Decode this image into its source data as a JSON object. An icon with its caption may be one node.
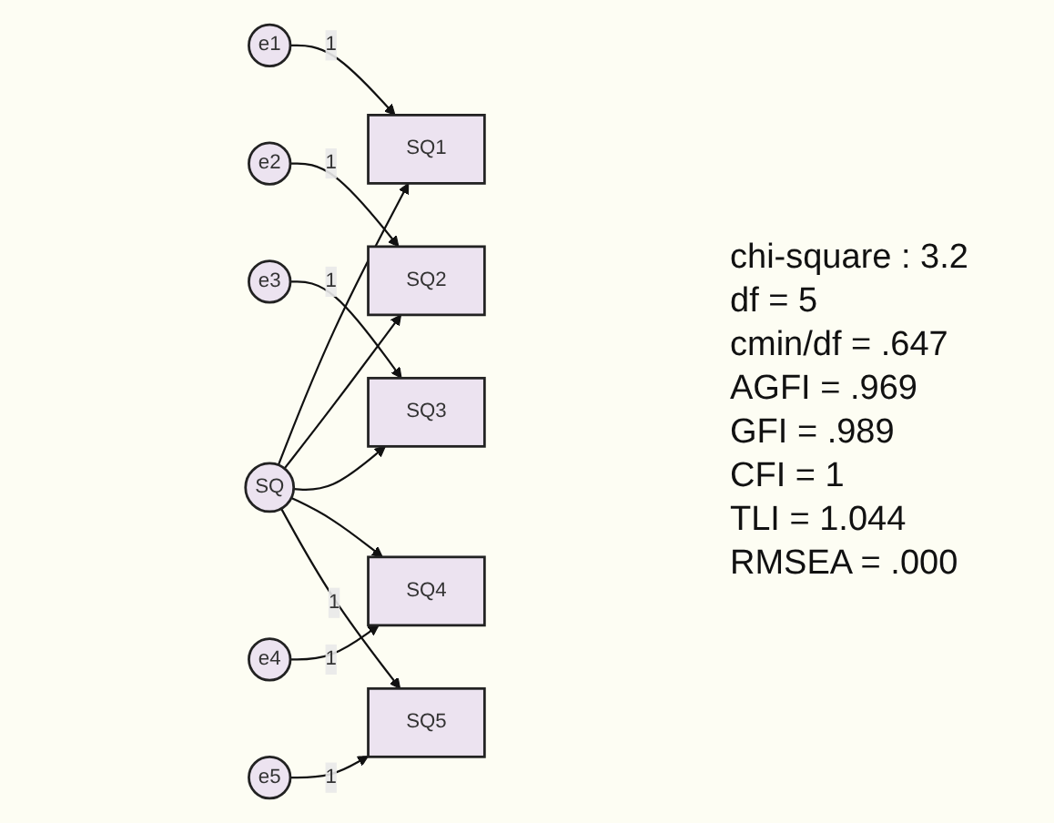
{
  "diagram": {
    "nodes": [
      {
        "text": [
          "e1"
        ]
      },
      {
        "text": [
          "SQ1"
        ]
      },
      {
        "text": [
          "e2"
        ]
      },
      {
        "text": [
          "SQ2"
        ]
      },
      {
        "text": [
          "e3"
        ]
      },
      {
        "text": [
          "SQ3"
        ]
      },
      {
        "text": [
          "e4"
        ]
      },
      {
        "text": [
          "SQ4"
        ]
      },
      {
        "text": [
          "e5"
        ]
      },
      {
        "text": [
          "SQ5"
        ]
      },
      {
        "text": [
          "SQ"
        ]
      }
    ],
    "edges": [
      {
        "from": 0,
        "to": 1,
        "arrow": "to",
        "label": "1"
      },
      {
        "from": 2,
        "to": 3,
        "arrow": "to",
        "label": "1"
      },
      {
        "from": 4,
        "to": 5,
        "arrow": "to",
        "label": "1"
      },
      {
        "from": 6,
        "to": 7,
        "arrow": "to",
        "label": "1"
      },
      {
        "from": 8,
        "to": 9,
        "arrow": "to",
        "label": "1"
      },
      {
        "from": 10,
        "to": 1,
        "arrow": "to"
      },
      {
        "from": 10,
        "to": 3,
        "arrow": "to"
      },
      {
        "from": 10,
        "to": 5,
        "arrow": "to"
      },
      {
        "from": 10,
        "to": 7,
        "arrow": "to"
      },
      {
        "from": 10,
        "to": 9,
        "arrow": "to",
        "label": "1"
      }
    ],
    "labels": [
      "chi-square : 3.2",
      "df = 5",
      "cmin/df = .647",
      "AGFI = .969",
      "GFI = .989",
      "CFI = 1",
      "TLI = 1.044",
      "RMSEA = .000"
    ]
  }
}
